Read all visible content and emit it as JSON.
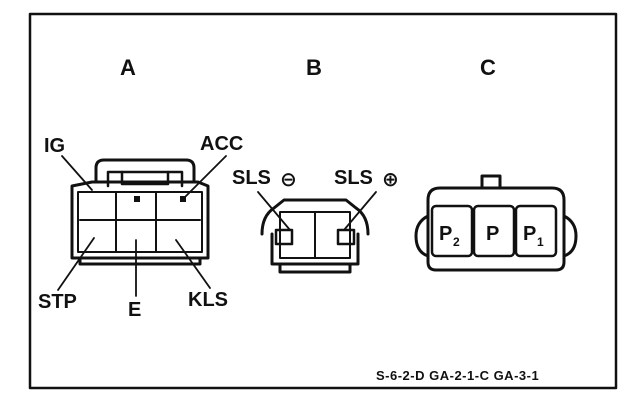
{
  "connectors": {
    "a": {
      "title": "A",
      "labels": {
        "ig": "IG",
        "acc": "ACC",
        "stp": "STP",
        "e": "E",
        "kls": "KLS"
      }
    },
    "b": {
      "title": "B",
      "labels": {
        "sls_minus": "SLS",
        "sls_plus": "SLS"
      },
      "symbols": {
        "minus": "⊖",
        "plus": "⊕"
      }
    },
    "c": {
      "title": "C",
      "pins": {
        "p2_main": "P",
        "p2_sub": "2",
        "p_main": "P",
        "p1_main": "P",
        "p1_sub": "1"
      }
    }
  },
  "reference_code": "S-6-2-D GA-2-1-C GA-3-1"
}
